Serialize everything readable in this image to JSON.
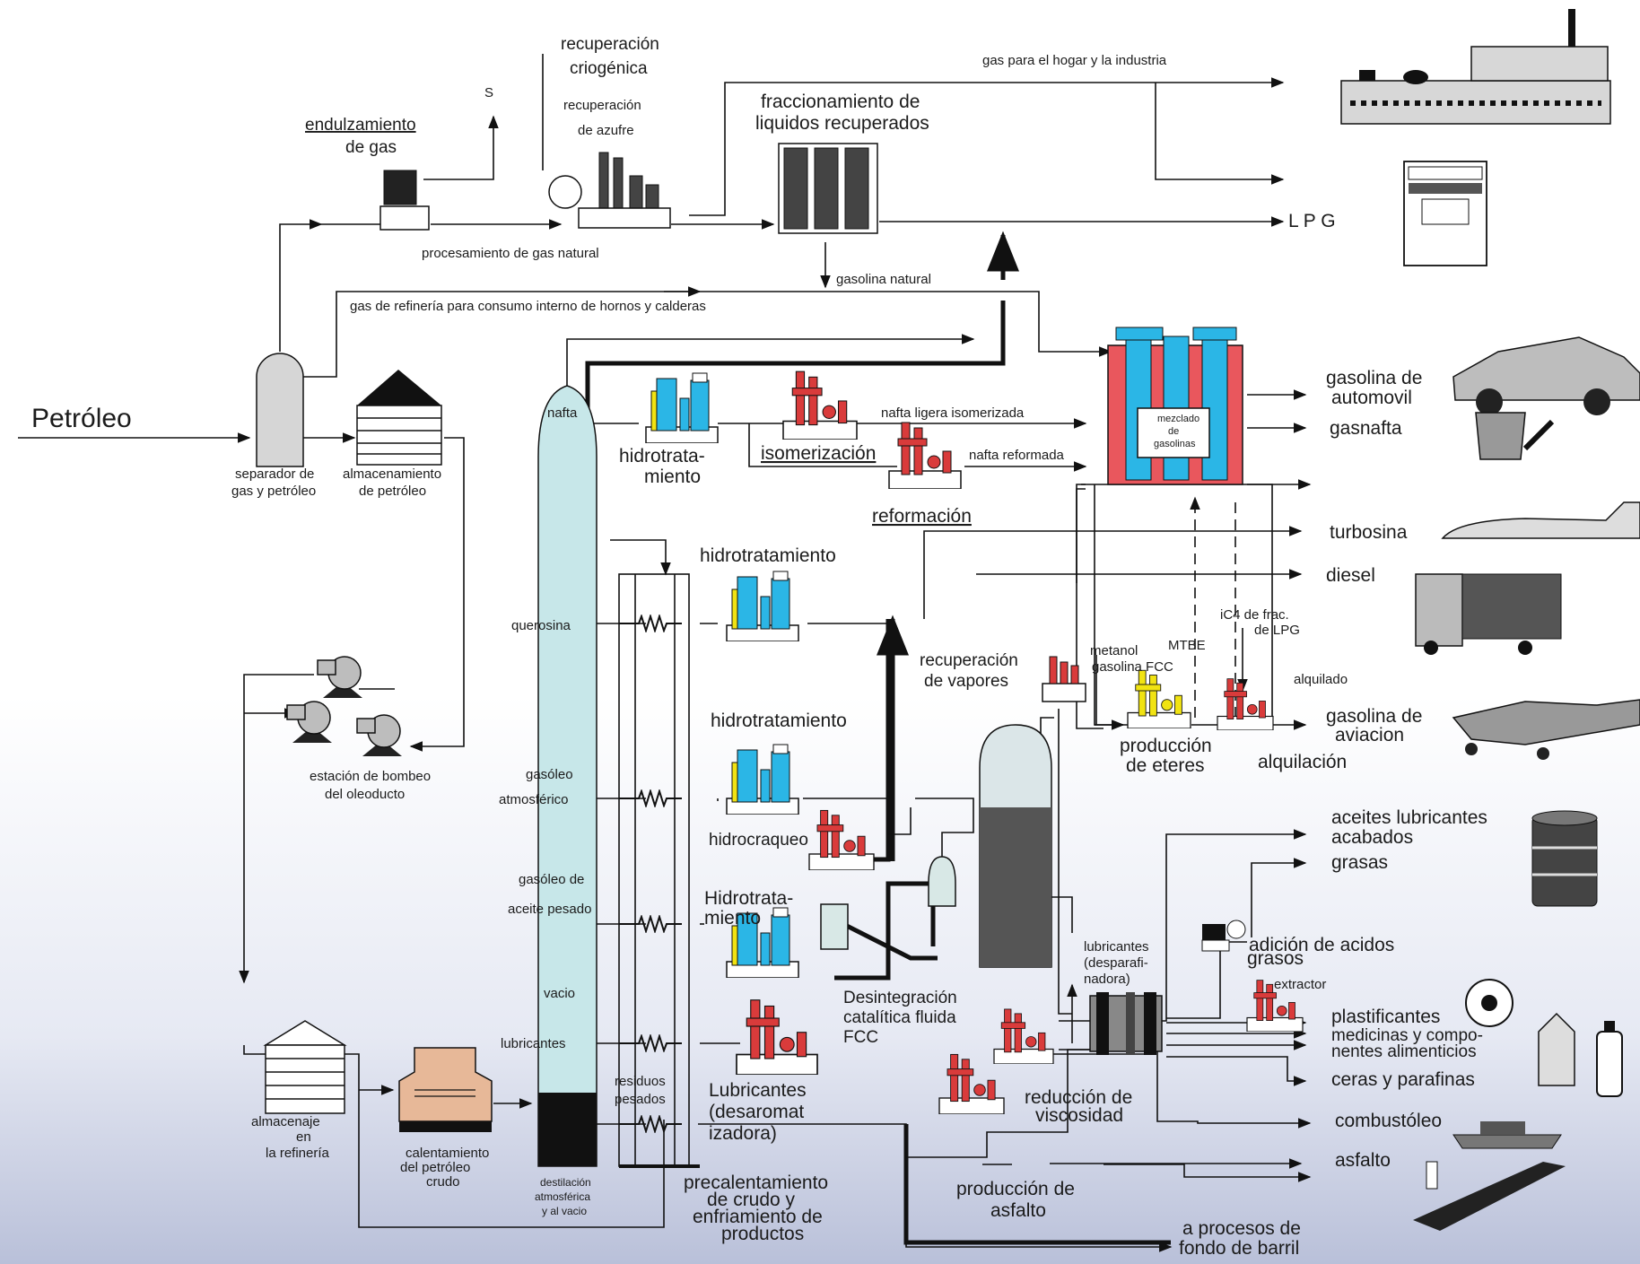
{
  "colors": {
    "cyan": "#2bb6e6",
    "blue": "#1f7fd6",
    "red": "#d93b3b",
    "yellow": "#f1e312",
    "gray": "#8c8c8c",
    "dark": "#1a1a1a",
    "column": "#c7e7e9",
    "furnace": "#e7b898"
  },
  "labels": {
    "petroleo": "Petróleo",
    "recuperacion_criogenica_1": "recuperación",
    "recuperacion_criogenica_2": "criogénica",
    "recuperacion_azufre_1": "recuperación",
    "recuperacion_azufre_2": "de azufre",
    "endulzamiento_1": "endulzamiento",
    "endulzamiento_2": "de gas",
    "gas_hogar": "gas para el hogar y la industria",
    "fraccionamiento_1": "fraccionamiento de",
    "fraccionamiento_2": "liquidos recuperados",
    "lpg": "L P G",
    "procesamiento": "procesamiento de gas natural",
    "gasolina_natural": "gasolina natural",
    "gas_refineria": "gas de refinería para consumo interno de hornos y calderas",
    "separador_1": "separador de",
    "separador_2": "gas y petróleo",
    "almacenamiento_1": "almacenamiento",
    "almacenamiento_2": "de petróleo",
    "nafta": "nafta",
    "hidrotrata_1": "hidrotrata-",
    "hidrotrata_2": "miento",
    "isomerizacion": "isomerización",
    "nafta_ligera": "nafta ligera isomerizada",
    "nafta_reformada": "nafta reformada",
    "reformacion": "reformación",
    "mezclado_1": "mezclado",
    "mezclado_2": "de",
    "mezclado_3": "gasolinas",
    "gasolina_automovil_1": "gasolina de",
    "gasolina_automovil_2": "automovil",
    "gasnafta": "gasnafta",
    "turbosina": "turbosina",
    "diesel": "diesel",
    "hidrotratamiento_1": "hidrotratamiento",
    "querosina": "querosina",
    "recuperacion_vapores_1": "recuperación",
    "recuperacion_vapores_2": "de vapores",
    "metanol": "metanol",
    "gasolina_fcc": "gasolina FCC",
    "mtbe": "MTBE",
    "ic4_1": "iC4 de frac.",
    "ic4_2": "de LPG",
    "alquilado": "alquilado",
    "gasolina_aviacion_1": "gasolina de",
    "gasolina_aviacion_2": "aviacion",
    "produccion_eteres_1": "producción",
    "produccion_eteres_2": "de eteres",
    "alquilacion": "alquilación",
    "bombeo_1": "estación de bombeo",
    "bombeo_2": "del oleoducto",
    "hidrotratamiento_2": "hidrotratamiento",
    "gasoleo_atm_1": "gasóleo",
    "gasoleo_atm_2": "atmosférico",
    "hidrocraqueo": "hidrocraqueo",
    "gasoleo_pesado_1": "gasóleo de",
    "gasoleo_pesado_2": "aceite pesado",
    "hidrotrata3_1": "Hidrotrata-",
    "hidrotrata3_2": "miento",
    "aceites_lub_1": "aceites lubricantes",
    "aceites_lub_2": "acabados",
    "grasas": "grasas",
    "adicion_1": "adición de acidos",
    "adicion_2": "grasos",
    "lubricantes_desp_1": "lubricantes",
    "lubricantes_desp_2": "(desparafi-",
    "lubricantes_desp_3": "nadora)",
    "extractor": "extractor",
    "vacio": "vacio",
    "desintegracion_1": "Desintegración",
    "desintegracion_2": "catalítica fluida",
    "desintegracion_3": "FCC",
    "plastificantes": "plastificantes",
    "medicinas_1": "medicinas y compo-",
    "medicinas_2": "nentes alimenticios",
    "ceras": "ceras y parafinas",
    "lubricantes_col": "lubricantes",
    "residuos_1": "residuos",
    "residuos_2": "pesados",
    "lubricantes_desar_1": "Lubricantes",
    "lubricantes_desar_2": "(desaromat",
    "lubricantes_desar_3": "izadora)",
    "reduccion_1": "reducción de",
    "reduccion_2": "viscosidad",
    "combustoleo": "combustóleo",
    "almacenaje_1": "almacenaje",
    "almacenaje_2": "en",
    "almacenaje_3": "la refinería",
    "calentamiento_1": "calentamiento",
    "calentamiento_2": "del petróleo",
    "calentamiento_3": "crudo",
    "destilacion_1": "destilación",
    "destilacion_2": "atmosférica",
    "destilacion_3": "y al vacio",
    "precal_1": "precalentamiento",
    "precal_2": "de crudo y",
    "precal_3": "enfriamiento de",
    "precal_4": "productos",
    "asfalto": "asfalto",
    "produccion_asfalto_1": "producción de",
    "produccion_asfalto_2": "asfalto",
    "fondo_1": "a procesos de",
    "fondo_2": "fondo de barril",
    "azufre_out": "S"
  }
}
